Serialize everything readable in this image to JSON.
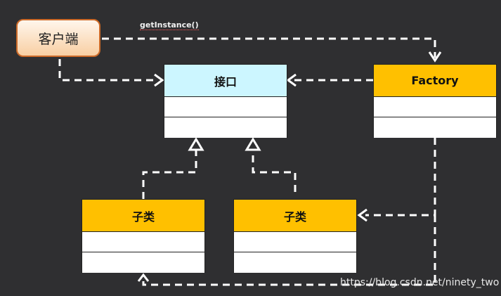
{
  "client_label": "客户端",
  "method_label": "getInstance()",
  "interface": {
    "title": "接口"
  },
  "factory": {
    "title": "Factory"
  },
  "subclass_left": {
    "title": "子类"
  },
  "subclass_right": {
    "title": "子类"
  },
  "watermark": "https://blog.csdn.net/ninety_two",
  "colors": {
    "background": "#2f2f31",
    "interface_header": "#ccf6ff",
    "class_header": "#ffc000",
    "wire": "#ffffff"
  }
}
